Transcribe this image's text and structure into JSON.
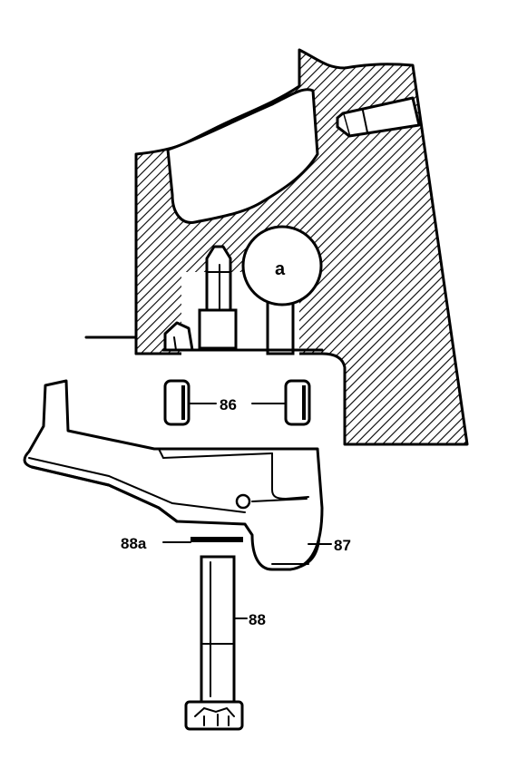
{
  "labels": {
    "a": "a",
    "l86": "86",
    "l87": "87",
    "l88": "88",
    "l88a": "88a"
  },
  "colors": {
    "ink": "#000000",
    "paper": "#ffffff"
  }
}
